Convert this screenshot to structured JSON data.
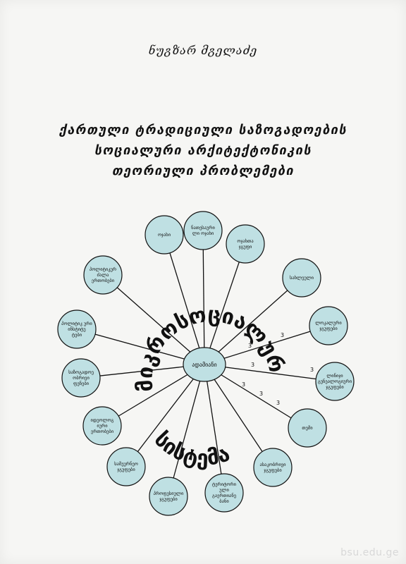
{
  "cover": {
    "author": "ნუგზარ მგელაძე",
    "title_lines": [
      "ქართული ტრადიციული საზოგადოების",
      "სოციალური არქიტექტონიკის",
      "თეორიული პრობლემები"
    ],
    "watermark": "bsu.edu.ge"
  },
  "diagram": {
    "center_label": "ადამიანი",
    "nodes": [
      "ოჯახი",
      "ნათესაური ლი ოჯახი",
      "ოჯახთა ჯგუფი",
      "სახლეული",
      "ლოკალური ჯგუფები",
      "ლინიჯი გენეალოგიური ჯგუფები",
      "თემი",
      "ასაკობრივი ჯგუფები",
      "ტერიტორი ული გაერთიანე ბანი",
      "პროფესიული ჯგუფები",
      "სამეურნეო ჯგუფები",
      "იდეოლოგ იური ერთობები",
      "საზოგადოე ობრივი ფენები",
      "პოლიტიკ ური ინსტიტუ ტები",
      "პოლიტიკურ ძალა ერთობები"
    ],
    "arc_words": [
      "მიკროსოციალური",
      "სისტემა"
    ],
    "tick_marks": [
      "3",
      "3",
      "3",
      "3",
      "3",
      "3",
      "3"
    ],
    "colors": {
      "node_fill": "#bfe0e3",
      "stroke": "#111111"
    }
  }
}
